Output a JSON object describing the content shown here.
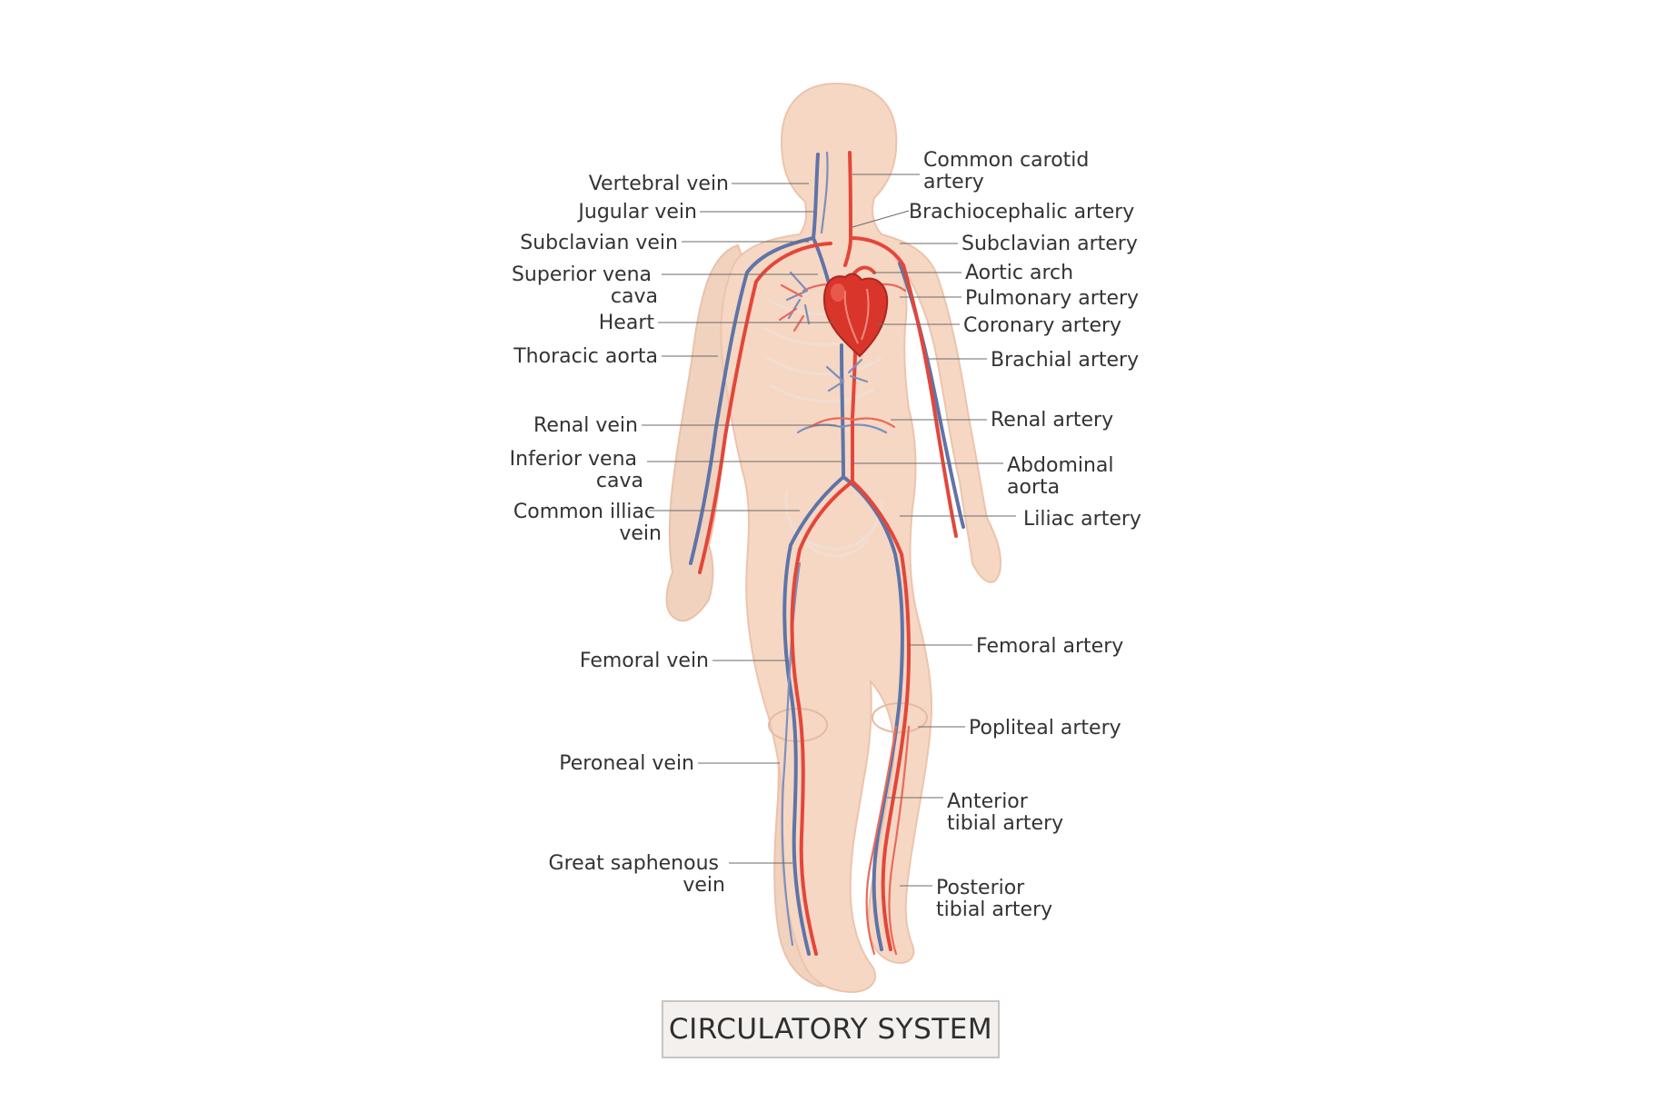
{
  "title": "CIRCULATORY SYSTEM",
  "colors": {
    "artery": "#e4463a",
    "vein": "#5f74a8",
    "skin": "#f6d7c3",
    "heart": "#d9352b",
    "label_text": "#333333",
    "title_box_bg": "#f3f0ee"
  },
  "labels_left": {
    "vertebral_vein": [
      "Vertebral vein"
    ],
    "jugular_vein": [
      "Jugular vein"
    ],
    "subclavian_vein": [
      "Subclavian vein"
    ],
    "superior_vena_cava": [
      "Superior vena",
      "cava"
    ],
    "heart": [
      "Heart"
    ],
    "thoracic_aorta": [
      "Thoracic aorta"
    ],
    "renal_vein": [
      "Renal vein"
    ],
    "inferior_vena_cava": [
      "Inferior vena",
      "cava"
    ],
    "common_illiac_vein": [
      "Common illiac",
      "vein"
    ],
    "femoral_vein": [
      "Femoral vein"
    ],
    "peroneal_vein": [
      "Peroneal vein"
    ],
    "great_saphenous_vein": [
      "Great saphenous",
      "vein"
    ]
  },
  "labels_right": {
    "common_carotid_artery": [
      "Common carotid",
      "artery"
    ],
    "brachiocephalic_artery": [
      "Brachiocephalic artery"
    ],
    "subclavian_artery": [
      "Subclavian artery"
    ],
    "aortic_arch": [
      "Aortic arch"
    ],
    "pulmonary_artery": [
      "Pulmonary artery"
    ],
    "coronary_artery": [
      "Coronary artery"
    ],
    "brachial_artery": [
      "Brachial artery"
    ],
    "renal_artery": [
      "Renal artery"
    ],
    "abdominal_aorta": [
      "Abdominal",
      "aorta"
    ],
    "liliac_artery": [
      "Liliac artery"
    ],
    "femoral_artery": [
      "Femoral artery"
    ],
    "popliteal_artery": [
      "Popliteal artery"
    ],
    "anterior_tibial_artery": [
      "Anterior",
      "tibial artery"
    ],
    "posterior_tibial_artery": [
      "Posterior",
      "tibial artery"
    ]
  }
}
